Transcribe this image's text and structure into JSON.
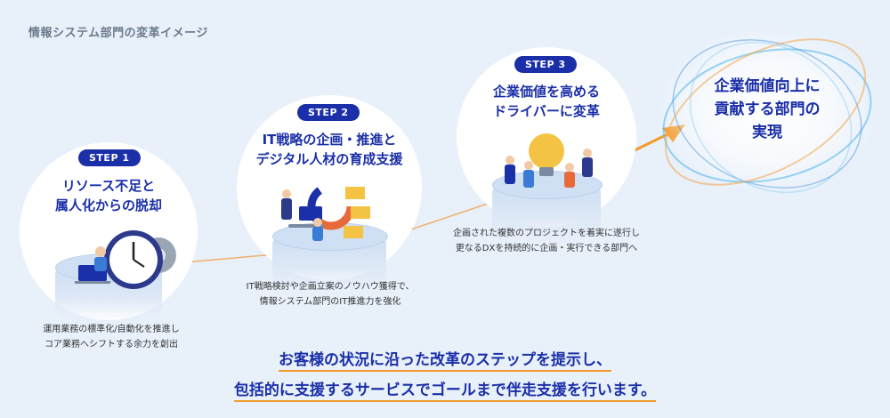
{
  "title": "情報システム部門の変革イメージ",
  "steps": [
    {
      "badge": "STEP 1",
      "title_lines": [
        "リソース不足と",
        "属人化からの脱却"
      ],
      "desc_lines": [
        "運用業務の標準化/自動化を推進し",
        "コア業務へシフトする余力を創出"
      ]
    },
    {
      "badge": "STEP 2",
      "title_lines": [
        "IT戦略の企画・推進と",
        "デジタル人材の育成支援"
      ],
      "desc_lines": [
        "IT戦略検討や企画立案のノウハウ獲得で、",
        "情報システム部門のIT推進力を強化"
      ]
    },
    {
      "badge": "STEP 3",
      "title_lines": [
        "企業価値を高める",
        "ドライバーに変革"
      ],
      "desc_lines": [
        "企画された複数のプロジェクトを着実に遂行し",
        "更なるDXを持続的に企画・実行できる部門へ"
      ]
    }
  ],
  "goal_lines": [
    "企業価値向上に",
    "貢献する部門の",
    "実現"
  ],
  "footer_lines": [
    "お客様の状況に沿った改革のステップを提示し、",
    "包括的に支援するサービスでゴールまで伴走支援を行います。"
  ],
  "colors": {
    "accent": "#1a2fa8",
    "orange": "#f39a2b",
    "background": "#e8f0fa"
  }
}
